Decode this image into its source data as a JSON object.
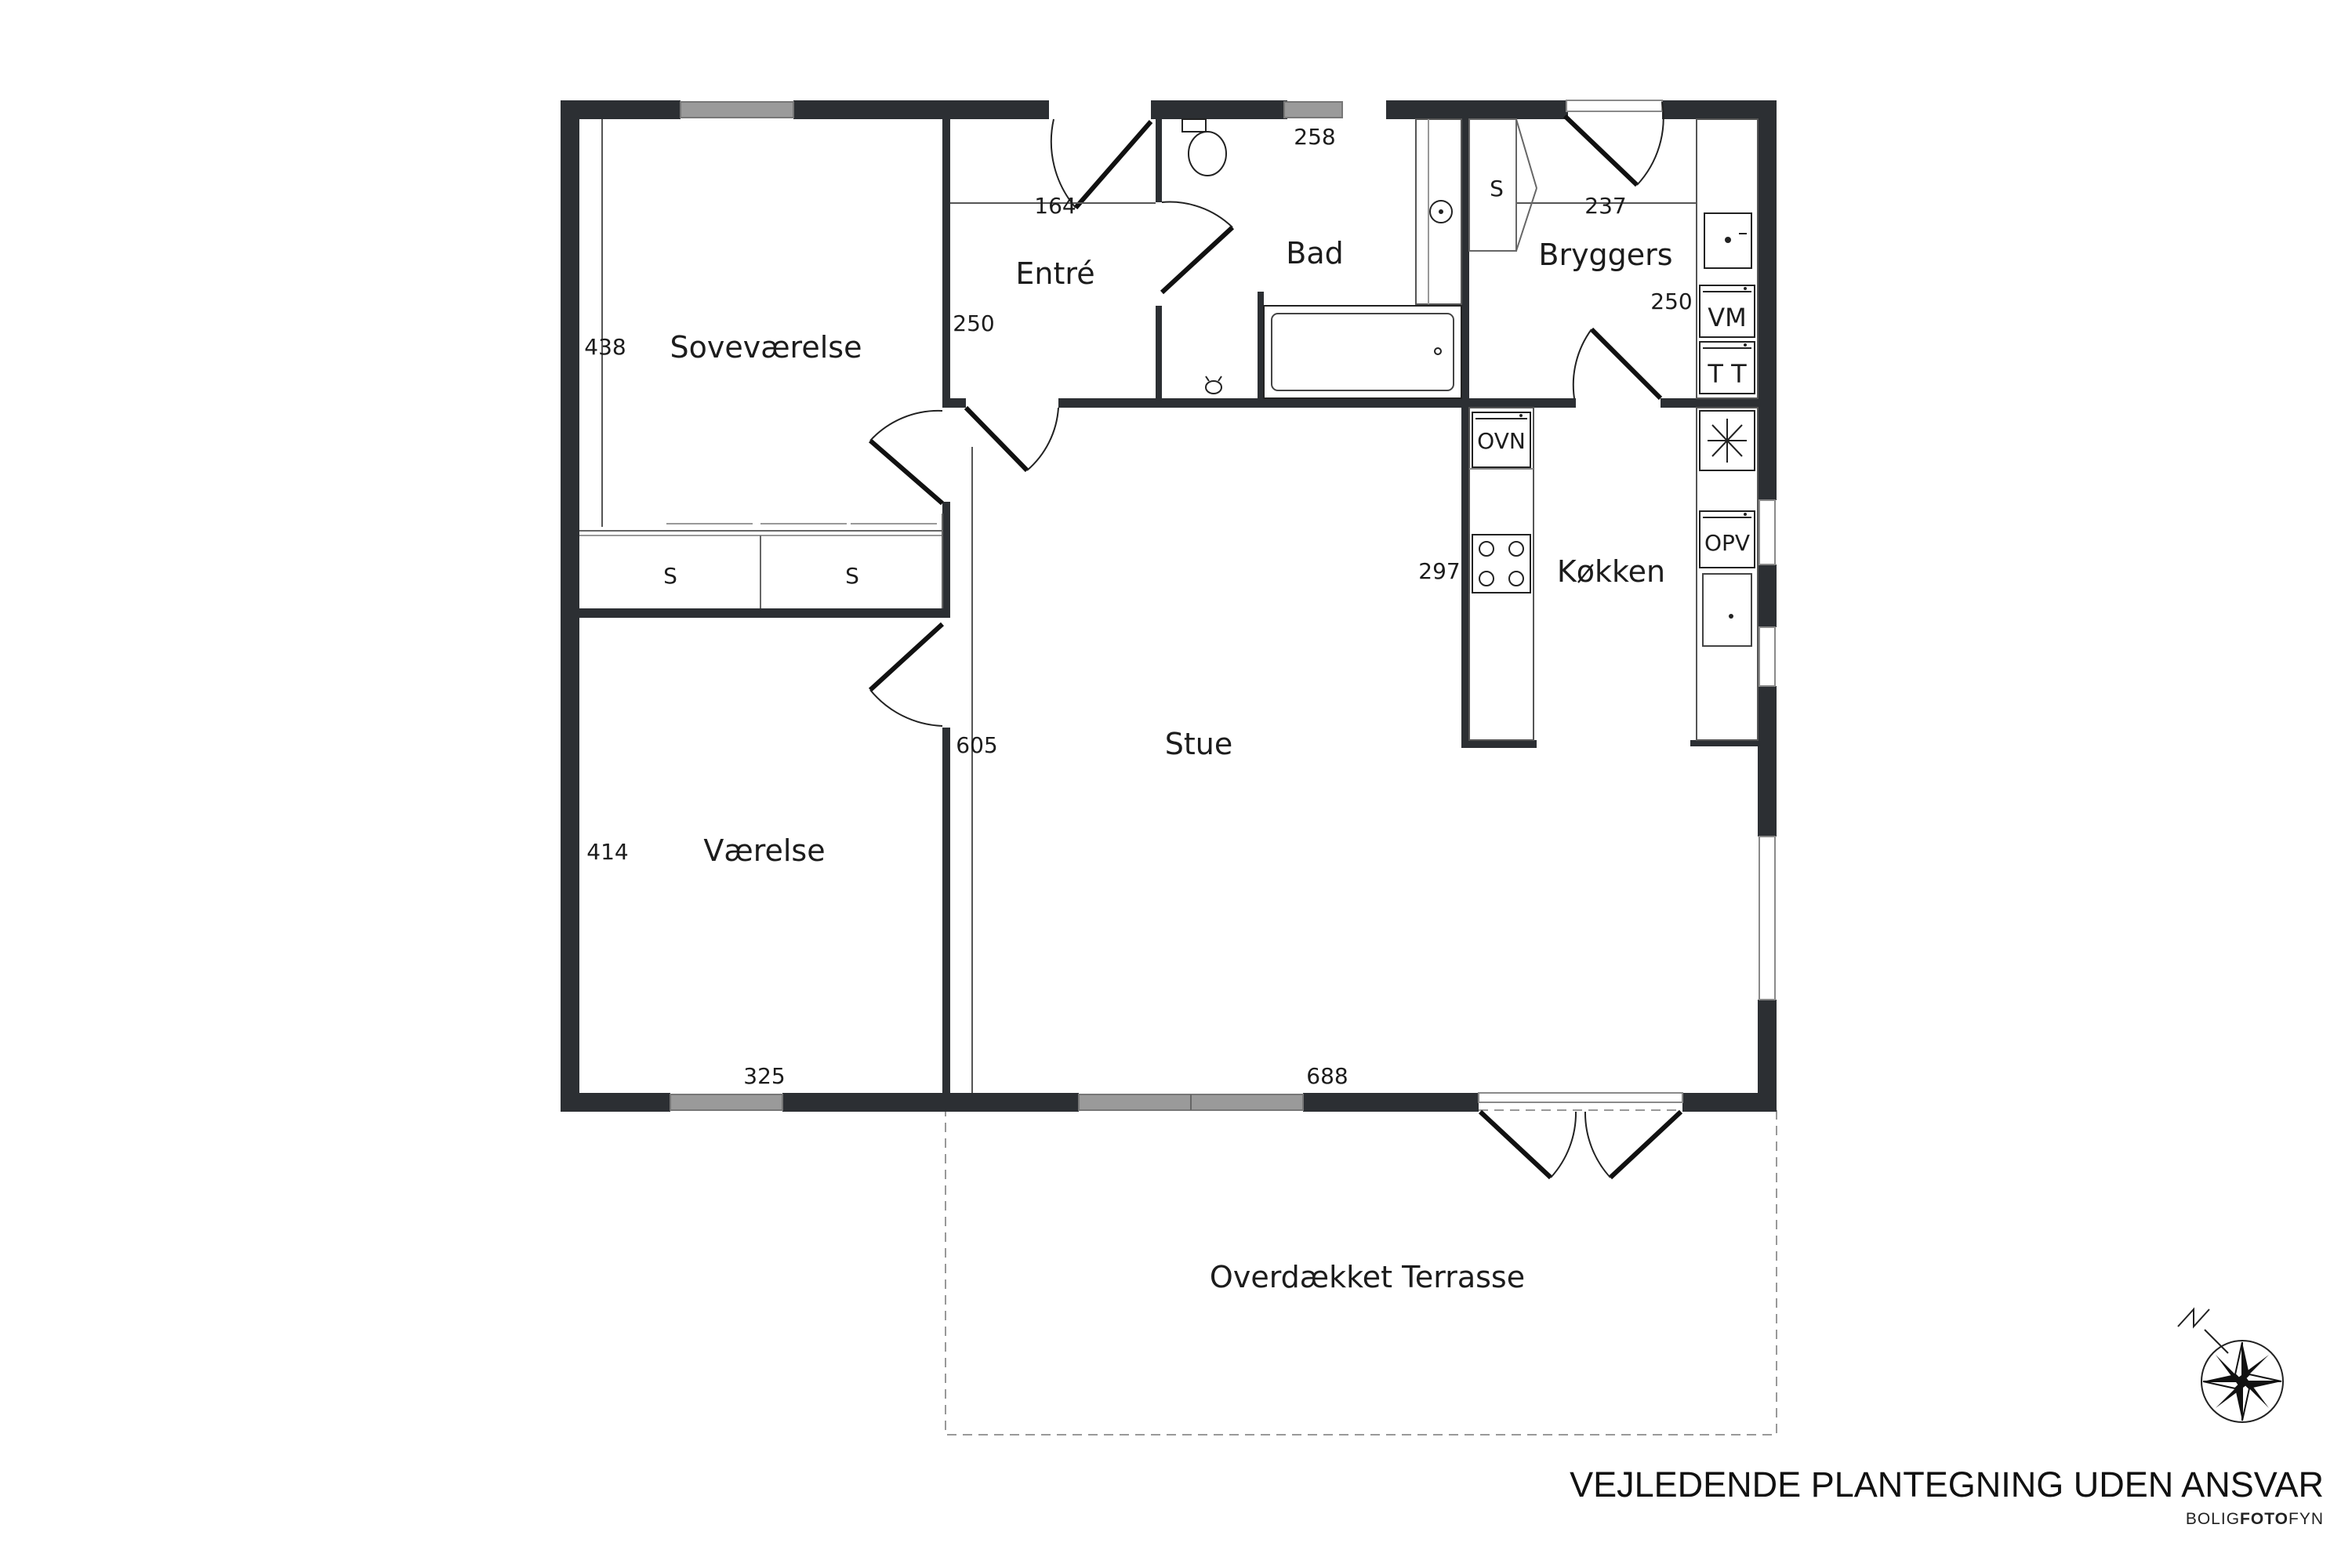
{
  "rooms": {
    "sovevaerelse": "Soveværelse",
    "entre": "Entré",
    "bad": "Bad",
    "bryggers": "Bryggers",
    "stue": "Stue",
    "kokken": "Køkken",
    "vaerelse": "Værelse",
    "terrasse": "Overdækket Terrasse"
  },
  "dimensions": {
    "sovevaerelse_height": "438",
    "entre_width": "164",
    "entre_height": "250",
    "bad_width": "258",
    "bryggers_width": "237",
    "bryggers_height": "250",
    "kokken_height": "297",
    "stue_height": "605",
    "vaerelse_height": "414",
    "vaerelse_width": "325",
    "stue_width": "688"
  },
  "fixtures": {
    "closet_label": "S",
    "washing_machine": "VM",
    "tumble_dryer": "T T",
    "oven": "OVN",
    "dishwasher": "OPV"
  },
  "footer": {
    "disclaimer": "VEJLEDENDE PLANTEGNING UDEN ANSVAR",
    "brand_prefix": "BOLIG",
    "brand_bold": "FOTO",
    "brand_suffix": "FYN"
  },
  "icons": {
    "compass": "compass-rose-icon",
    "toilet": "toilet-icon",
    "bathtub": "bathtub-icon",
    "sink": "sink-icon",
    "stove": "stove-icon",
    "freezer": "snowflake-icon"
  }
}
